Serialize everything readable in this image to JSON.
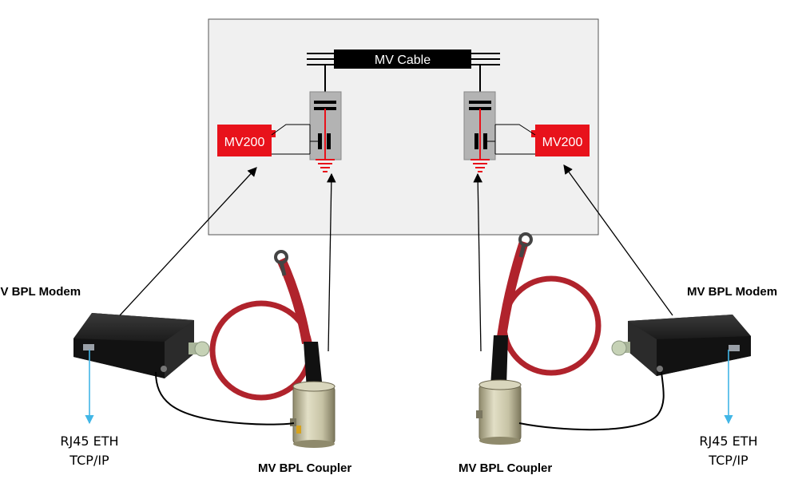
{
  "schematic": {
    "cable_label": "MV Cable",
    "modem_left_label": "MV200",
    "modem_right_label": "MV200"
  },
  "labels": {
    "modem_left": "MV BPL Modem",
    "modem_right": "MV BPL Modem",
    "coupler_left": "MV BPL Coupler",
    "coupler_right": "MV BPL Coupler",
    "eth_left_line1": "RJ45 ETH",
    "eth_left_line2": "TCP/IP",
    "eth_right_line1": "RJ45 ETH",
    "eth_right_line2": "TCP/IP"
  },
  "colors": {
    "panel": "#f0f0f0",
    "modem_red": "#e8121b",
    "coupler_box": "#b3b3b3",
    "cable_red": "#b0232c",
    "eth_arrow": "#41b6e6"
  }
}
